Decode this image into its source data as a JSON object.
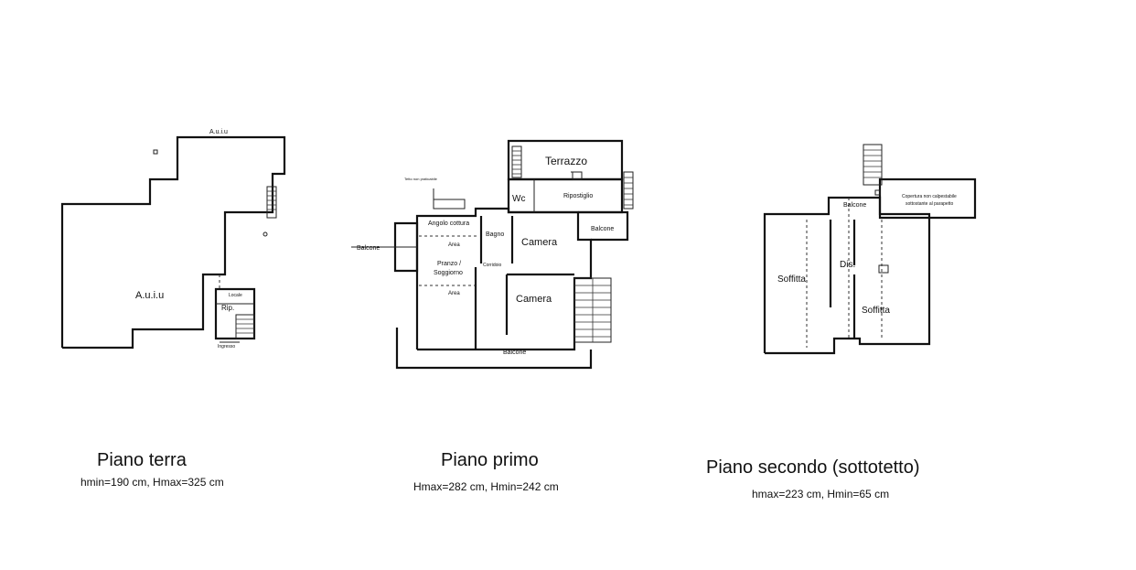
{
  "floors": [
    {
      "title": "Piano terra",
      "subtitle": "hmin=190 cm, Hmax=325 cm",
      "labels": {
        "auiu_top": "A.u.i.u",
        "auiu_main": "A.u.i.u",
        "rip": "Rip.",
        "small_room": "Locale",
        "stairs_note": "Ingresso"
      }
    },
    {
      "title": "Piano primo",
      "subtitle": "Hmax=282 cm, Hmin=242 cm",
      "labels": {
        "terrazzo": "Terrazzo",
        "wc": "Wc",
        "ripostiglio": "Ripostiglio",
        "balcone_right": "Balcone",
        "bagno": "Bagno",
        "camera_1": "Camera",
        "camera_2": "Camera",
        "angolo_cottura": "Angolo cottura",
        "area_1": "Area",
        "area_2": "Area",
        "pranzo": "Pranzo /",
        "soggiorno": "Soggiorno",
        "corridoio": "Corridoio",
        "balcone_left": "Balcone",
        "balcone_bottom": "Balcone",
        "tetto_note": "Tetto non praticabile"
      }
    },
    {
      "title": "Piano secondo (sottotetto)",
      "subtitle": "hmax=223 cm, Hmin=65 cm",
      "labels": {
        "balcone": "Balcone",
        "copertura": "Copertura non calpestabile",
        "copertura_2": "sottostante al parapetto",
        "soffitta_left": "Soffitta",
        "dis": "Dis.",
        "soffitta_right": "Soffitta"
      }
    }
  ]
}
